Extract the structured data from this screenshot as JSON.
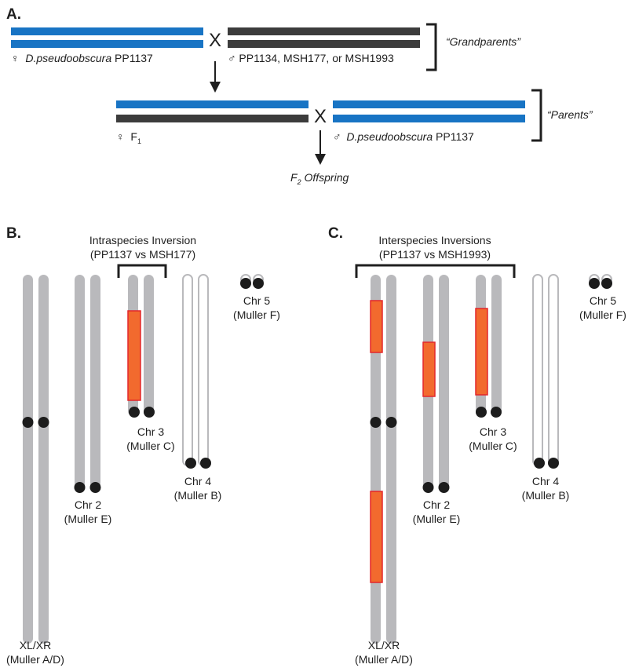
{
  "colors": {
    "blue": "#1874c4",
    "dark": "#3c3c3c",
    "chrom": "#b9b9bc",
    "centromere": "#1c1c1c",
    "inversion_fill": "#f26a2e",
    "inversion_stroke": "#e3262b",
    "bracket": "#1f1f1f"
  },
  "panel_a": {
    "label": "A.",
    "cross_symbol": "X",
    "female_symbol": "♀",
    "male_symbol": "♂",
    "female_species": "D.pseudoobscura",
    "female_strain": " PP1137",
    "male_strains": " PP1134, MSH177, or MSH1993",
    "grandparents_label": "“Grandparents”",
    "f1_label": "F",
    "f1_subscript": "1",
    "male_species": "D.pseudoobscura",
    "male_strain": " PP1137",
    "parents_label": "“Parents”",
    "offspring_prefix": "F",
    "offspring_subscript": "2",
    "offspring_suffix": " Offspring"
  },
  "panel_b": {
    "label": "B.",
    "inversion_title": "Intraspecies Inversion",
    "inversion_subtitle": "(PP1137 vs MSH177)",
    "chr_xl_name": "XL/XR",
    "chr_xl_muller": "(Muller A/D)",
    "chr2_name": "Chr 2",
    "chr2_muller": "(Muller E)",
    "chr3_name": "Chr 3",
    "chr3_muller": "(Muller C)",
    "chr4_name": "Chr 4",
    "chr4_muller": "(Muller B)",
    "chr5_name": "Chr 5",
    "chr5_muller": "(Muller F)"
  },
  "panel_c": {
    "label": "C.",
    "inversion_title": "Interspecies Inversions",
    "inversion_subtitle": "(PP1137 vs MSH1993)",
    "chr_xl_name": "XL/XR",
    "chr_xl_muller": "(Muller A/D)",
    "chr2_name": "Chr 2",
    "chr2_muller": "(Muller E)",
    "chr3_name": "Chr 3",
    "chr3_muller": "(Muller C)",
    "chr4_name": "Chr 4",
    "chr4_muller": "(Muller B)",
    "chr5_name": "Chr 5",
    "chr5_muller": "(Muller F)"
  }
}
